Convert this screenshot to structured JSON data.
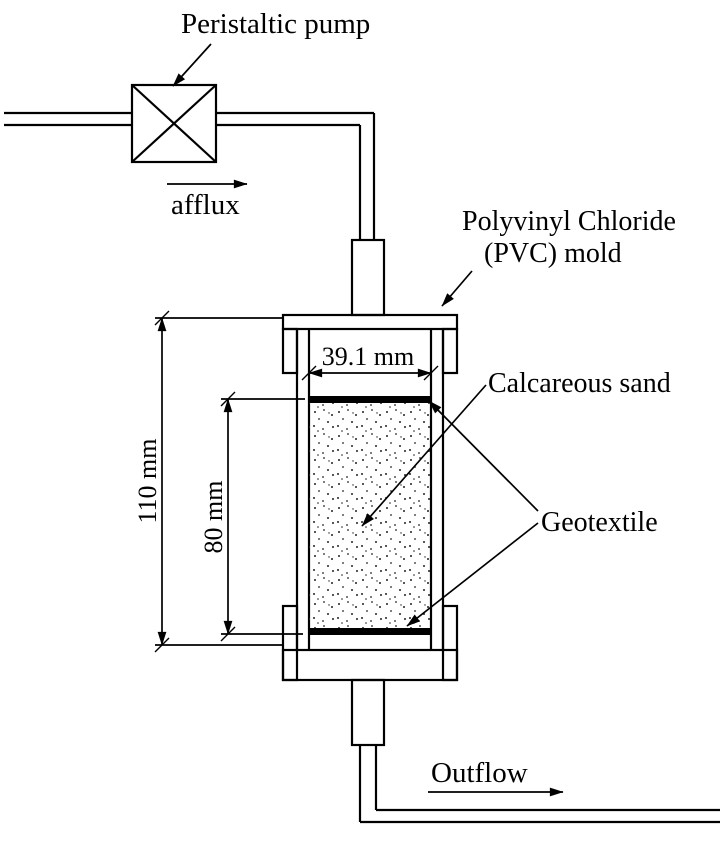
{
  "labels": {
    "pump": "Peristaltic pump",
    "afflux": "afflux",
    "pvc_mold_line1": "Polyvinyl Chloride",
    "pvc_mold_line2": "(PVC) mold",
    "calcareous_sand": "Calcareous sand",
    "geotextile": "Geotextile",
    "outflow": "Outflow"
  },
  "dimensions": {
    "inner_width": "39.1 mm",
    "mold_height": "110 mm",
    "sand_height": "80 mm"
  },
  "colors": {
    "ink": "#000000",
    "background": "#ffffff"
  }
}
